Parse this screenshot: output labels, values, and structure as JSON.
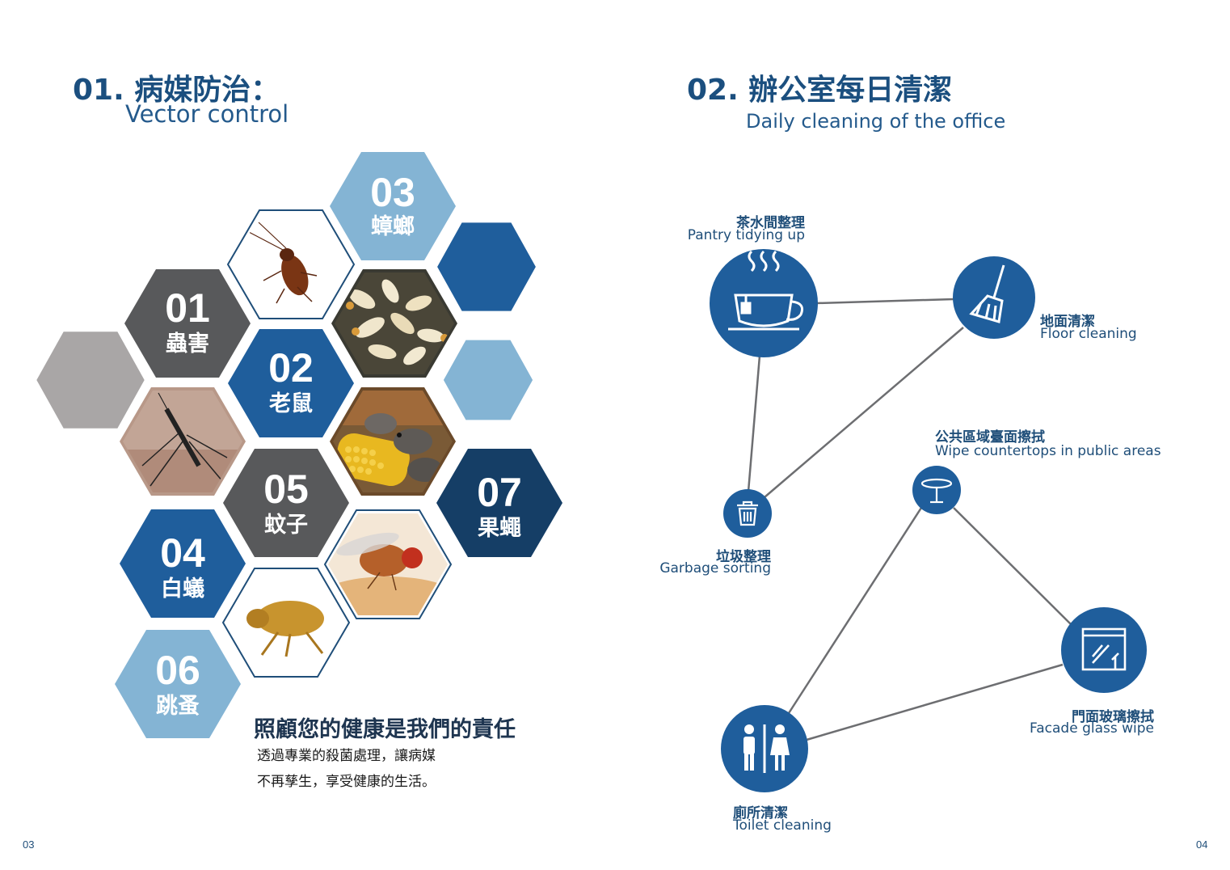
{
  "left_page": {
    "section": {
      "number_title": "01. 病媒防治：",
      "subtitle": "Vector control"
    },
    "hexagons": [
      {
        "num": "01",
        "label": "蟲害",
        "color": "#58595b"
      },
      {
        "num": "02",
        "label": "老鼠",
        "color": "#1f5e9c"
      },
      {
        "num": "03",
        "label": "蟑螂",
        "color": "#84b4d4"
      },
      {
        "num": "04",
        "label": "白蟻",
        "color": "#1f5e9c"
      },
      {
        "num": "05",
        "label": "蚊子",
        "color": "#58595b"
      },
      {
        "num": "06",
        "label": "跳蚤",
        "color": "#84b4d4"
      },
      {
        "num": "07",
        "label": "果蠅",
        "color": "#153e66"
      }
    ],
    "photos": [
      "cockroach",
      "termites",
      "mosquito",
      "mice-on-corn",
      "fruit-fly",
      "flea"
    ],
    "slogan": "照顧您的健康是我們的責任",
    "body_line1": "透過專業的殺菌處理，讓病媒",
    "body_line2": "不再孳生，享受健康的生活。",
    "page_number": "03"
  },
  "right_page": {
    "section": {
      "number_title": "02. 辦公室每日清潔",
      "subtitle": "Daily cleaning of the office"
    },
    "nodes": {
      "pantry": {
        "zh": "茶水間整理",
        "en": "Pantry tidying up",
        "icon": "coffee-cup-icon"
      },
      "floor": {
        "zh": "地面清潔",
        "en": "Floor cleaning",
        "icon": "broom-icon"
      },
      "garbage": {
        "zh": "垃圾整理",
        "en": "Garbage sorting",
        "icon": "trash-can-icon"
      },
      "countertop": {
        "zh": "公共區域臺面擦拭",
        "en": "Wipe countertops in public areas",
        "icon": "table-icon"
      },
      "glass": {
        "zh": "門面玻璃擦拭",
        "en": "Facade glass wipe",
        "icon": "window-icon"
      },
      "toilet": {
        "zh": "廁所清潔",
        "en": "Toilet cleaning",
        "icon": "restroom-icon"
      }
    },
    "page_number": "04"
  },
  "colors": {
    "node_blue": "#1f5e9c",
    "line_gray": "#6d6e71",
    "title_blue": "#1b4f7f"
  }
}
